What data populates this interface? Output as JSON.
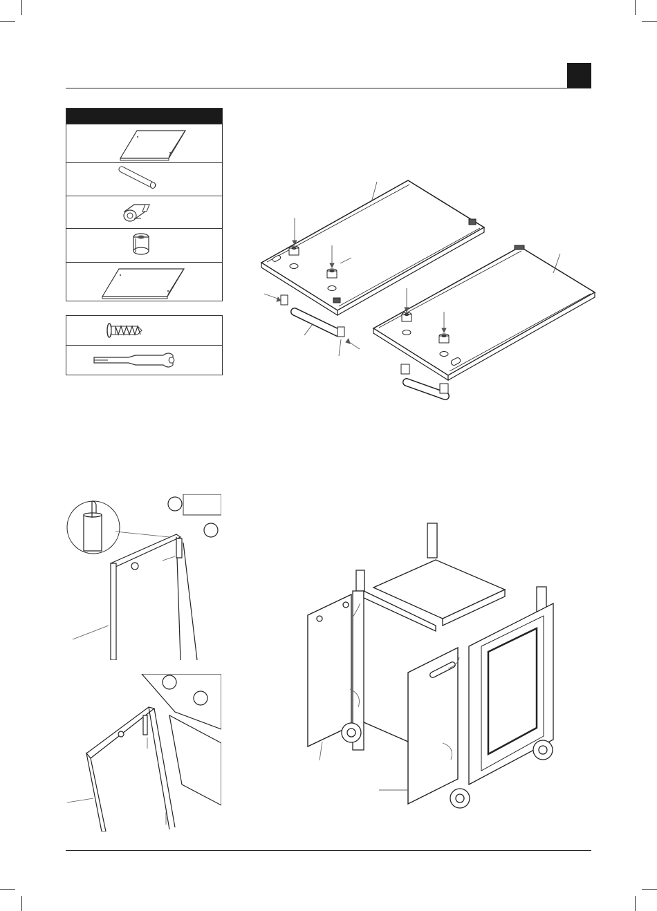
{
  "page": {
    "header_tab_color": "#1a1a1a",
    "line_color": "#222222"
  },
  "parts_list": {
    "items": [
      {
        "icon": "side-panel-icon"
      },
      {
        "icon": "rod-icon"
      },
      {
        "icon": "hinge-clip-icon"
      },
      {
        "icon": "pivot-bushing-icon"
      },
      {
        "icon": "side-panel-icon"
      }
    ]
  },
  "tools_list": {
    "items": [
      {
        "icon": "screw-icon"
      },
      {
        "icon": "wrench-icon"
      }
    ]
  },
  "figures": [
    {
      "name": "door-panels-assembly-figure"
    },
    {
      "name": "cart-door-install-figure"
    },
    {
      "name": "door-hinge-detail-figure"
    },
    {
      "name": "door-tilt-install-figure"
    }
  ]
}
